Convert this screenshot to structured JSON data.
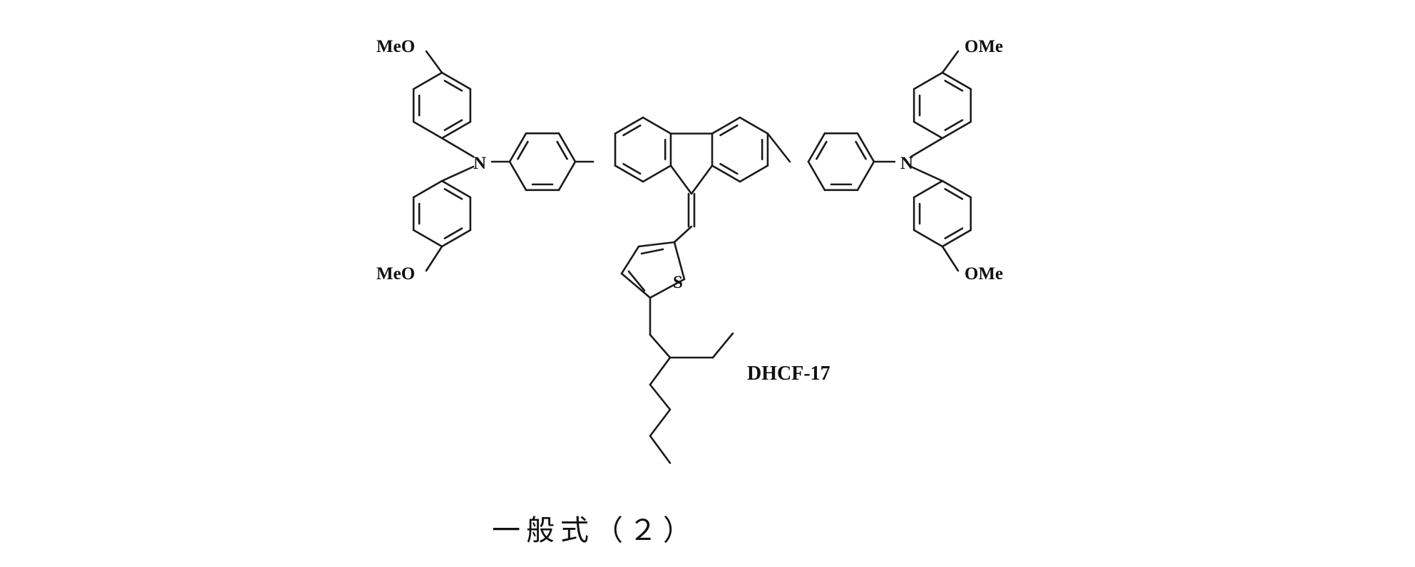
{
  "molecule": {
    "compound_id": "DHCF-17",
    "labels": {
      "methoxy_top_left": "MeO",
      "methoxy_bottom_left": "MeO",
      "methoxy_top_right": "OMe",
      "methoxy_bottom_right": "OMe",
      "nitrogen_left": "N",
      "nitrogen_right": "N",
      "sulfur": "S"
    }
  },
  "caption": "一般式（２）"
}
